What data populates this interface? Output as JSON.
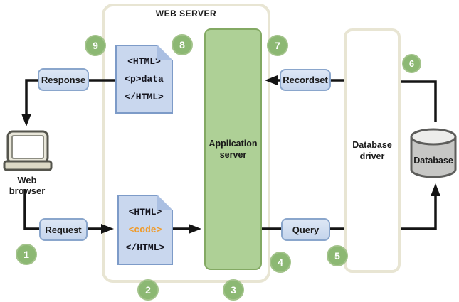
{
  "diagram": {
    "title": "WEB SERVER",
    "client": {
      "label": "Web browser"
    },
    "messages": {
      "response": "Response",
      "request": "Request",
      "recordset": "Recordset",
      "query": "Query"
    },
    "output_document": {
      "line1": "<HTML>",
      "line2": "<p>data",
      "line3": "</HTML>"
    },
    "source_document": {
      "line1": "<HTML>",
      "line2": "<code>",
      "line3": "</HTML>"
    },
    "application_server": {
      "line1": "Application",
      "line2": "server"
    },
    "database_driver": {
      "line1": "Database",
      "line2": "driver"
    },
    "database": {
      "label": "Database"
    },
    "steps": [
      "1",
      "2",
      "3",
      "4",
      "5",
      "6",
      "7",
      "8",
      "9"
    ],
    "colors": {
      "step_badge": "#8cb873",
      "application_server_fill": "#aed096",
      "application_server_border": "#83a963",
      "container_border": "#e8e5d3",
      "message_box_fill": "#cdd9ee",
      "message_box_border": "#8aa6cc",
      "document_fill": "#c9d7ee",
      "document_border": "#7d9bc8",
      "code_highlight": "#f09a28",
      "arrow": "#141414",
      "database_body": "#c7c7c5",
      "database_top": "#ededeb"
    }
  }
}
